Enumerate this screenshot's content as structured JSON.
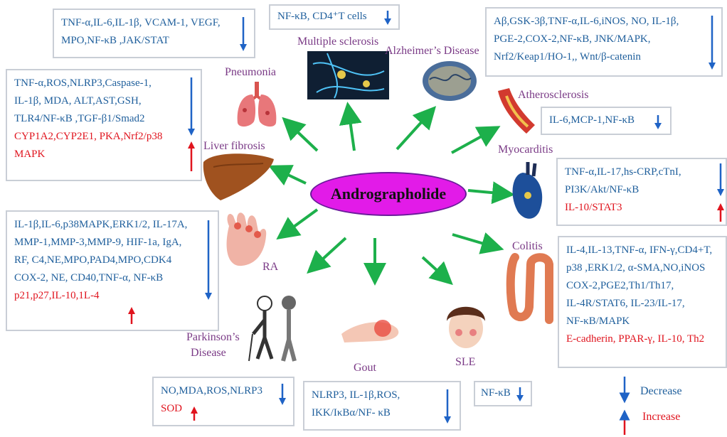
{
  "center_label": "Andrographolide",
  "colors": {
    "decrease": "#1f63c6",
    "increase": "#e0141e",
    "arrow": "#1db04b",
    "disease": "#7a3a86",
    "center_fill": "#e21be8"
  },
  "diseases": {
    "pneumonia": "Pneumonia",
    "ms": "Multiple sclerosis",
    "alzheimers": "Alzheimer’s Disease",
    "atherosclerosis": "Atherosclerosis",
    "liver": "Liver fibrosis",
    "myocarditis": "Myocarditis",
    "ra": "RA",
    "colitis": "Colitis",
    "parkinsons_1": "Parkinson’s",
    "parkinsons_2": "Disease",
    "gout": "Gout",
    "sle": "SLE"
  },
  "boxes": {
    "pneumonia": {
      "decrease": [
        "TNF-α,IL-6,IL-1β, VCAM-1, VEGF,",
        "MPO,NF-κB ,JAK/STAT"
      ]
    },
    "ms": {
      "decrease": [
        "NF-κB, CD4⁺T cells"
      ]
    },
    "alzheimers": {
      "decrease": [
        "Aβ,GSK-3β,TNF-α,IL-6,iNOS, NO, IL-1β,",
        "PGE-2,COX-2,NF-κB, JNK/MAPK,",
        "Nrf2/Keap1/HO-1,, Wnt/β-catenin"
      ]
    },
    "atherosclerosis": {
      "decrease": [
        "IL-6,MCP-1,NF-κB"
      ]
    },
    "liver": {
      "decrease": [
        "TNF-α,ROS,NLRP3,Caspase-1,",
        "IL-1β, MDA, ALT,AST,GSH,",
        "TLR4/NF-κB ,TGF-β1/Smad2"
      ],
      "increase": [
        "CYP1A2,CYP2E1, PKA,Nrf2/p38",
        "MAPK"
      ]
    },
    "myocarditis": {
      "decrease": [
        "TNF-α,IL-17,hs-CRP,cTnI,",
        "PI3K/Akt/NF-κB"
      ],
      "increase": [
        "IL-10/STAT3"
      ]
    },
    "ra": {
      "decrease": [
        "IL-1β,IL-6,p38MAPK,ERK1/2, IL-17A,",
        "MMP-1,MMP-3,MMP-9, HIF-1a, IgA,",
        "RF, C4,NE,MPO,PAD4,MPO,CDK4",
        "COX-2, NE, CD40,TNF-α, NF-κB"
      ],
      "increase": [
        "p21,p27,IL-10,1L-4"
      ]
    },
    "colitis": {
      "decrease": [
        "IL-4,IL-13,TNF-α, IFN-γ,CD4+T,",
        "p38 ,ERK1/2, α-SMA,NO,iNOS",
        "COX-2,PGE2,Th1/Th17,",
        "IL-4R/STAT6, IL-23/IL-17,",
        "NF-κB/MAPK"
      ],
      "increase": [
        "E-cadherin, PPAR-γ, IL-10, Th2"
      ]
    },
    "parkinsons": {
      "decrease": [
        "NO,MDA,ROS,NLRP3"
      ],
      "increase": [
        "SOD"
      ]
    },
    "gout": {
      "decrease": [
        "NLRP3, IL-1β,ROS,",
        "IKK/IκBα/NF- κB"
      ]
    },
    "sle": {
      "decrease": [
        "NF-κB"
      ]
    }
  },
  "legend": {
    "decrease": "Decrease",
    "increase": "Increase"
  },
  "icons": [
    "lungs-icon",
    "brain-neurons-icon",
    "brain-icon",
    "artery-icon",
    "liver-icon",
    "heart-icon",
    "hand-joints-icon",
    "colon-icon",
    "elderly-person-icon",
    "inflamed-foot-icon",
    "face-rash-icon"
  ]
}
